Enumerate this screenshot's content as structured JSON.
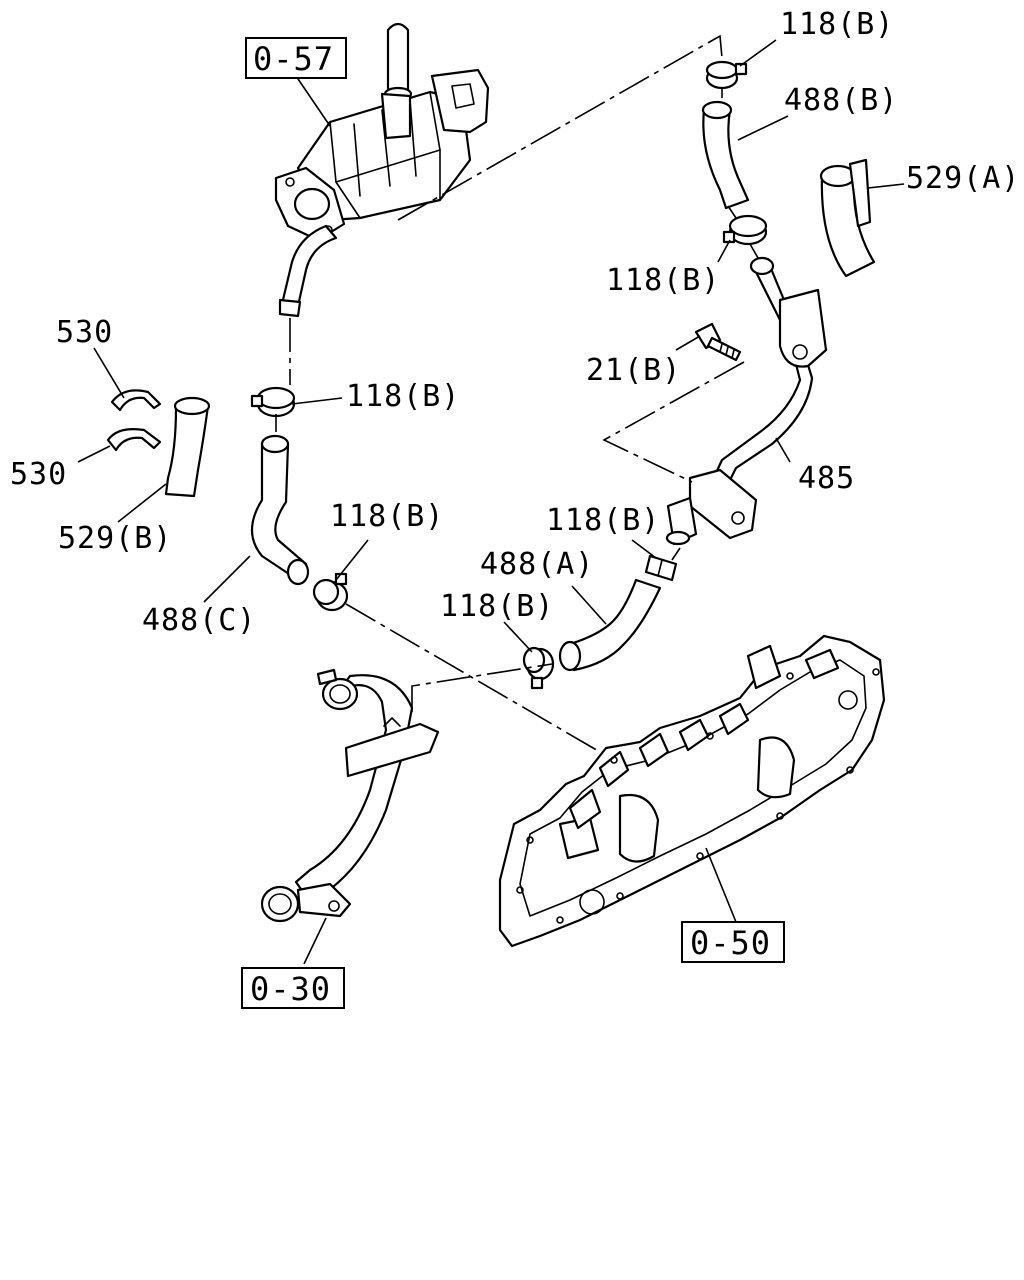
{
  "callouts": {
    "clamp_top": "118(B)",
    "hose_488b": "488(B)",
    "hose_529a": "529(A)",
    "clamp_mid_right": "118(B)",
    "bolt": "21(B)",
    "pipe_485": "485",
    "clip_530_upper": "530",
    "clip_530_lower": "530",
    "hose_529b": "529(B)",
    "clamp_left": "118(B)",
    "clamp_center": "118(B)",
    "hose_488c": "488(C)",
    "clamp_lower_right": "118(B)",
    "hose_488a": "488(A)",
    "clamp_lower_center": "118(B)"
  },
  "references": {
    "egr_cooler": "0-57",
    "oil_cooler": "0-50",
    "water_pipe": "0-30"
  }
}
